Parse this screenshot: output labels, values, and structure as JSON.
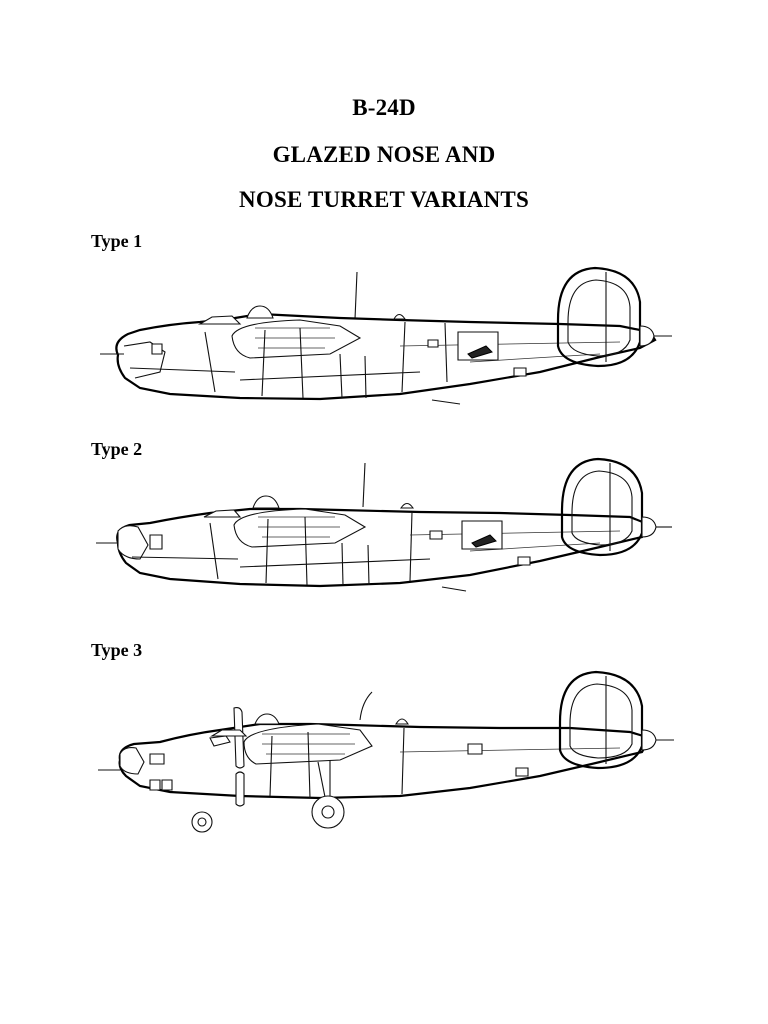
{
  "titles": {
    "line1": "B-24D",
    "line2": "GLAZED NOSE AND",
    "line3": "NOSE TURRET VARIANTS"
  },
  "variants": [
    {
      "label": "Type 1"
    },
    {
      "label": "Type 2"
    },
    {
      "label": "Type 3"
    }
  ]
}
